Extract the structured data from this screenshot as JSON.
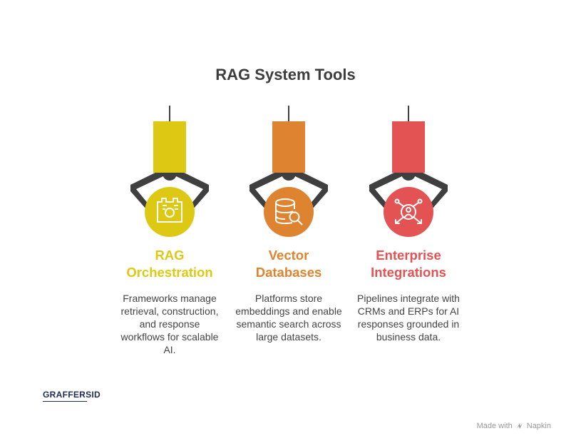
{
  "title": "RAG System Tools",
  "items": [
    {
      "heading": "RAG\nOrchestration",
      "description": "Frameworks manage retrieval, construction, and response workflows for scalable AI.",
      "color": "#ddc914",
      "icon": "workflow-gear-icon"
    },
    {
      "heading": "Vector\nDatabases",
      "description": "Platforms store embeddings and enable semantic search across large datasets.",
      "color": "#de8430",
      "icon": "database-search-icon"
    },
    {
      "heading": "Enterprise\nIntegrations",
      "description": "Pipelines integrate with CRMs and ERPs for AI responses grounded in business data.",
      "color": "#e35353",
      "icon": "person-network-icon"
    }
  ],
  "logo": {
    "text": "GRAFFERSID"
  },
  "footer": {
    "made_with": "Made with",
    "brand": "Napkin"
  },
  "colors": {
    "claw": "#3f3f3f",
    "title": "#3d3d3d",
    "text": "#444444"
  }
}
